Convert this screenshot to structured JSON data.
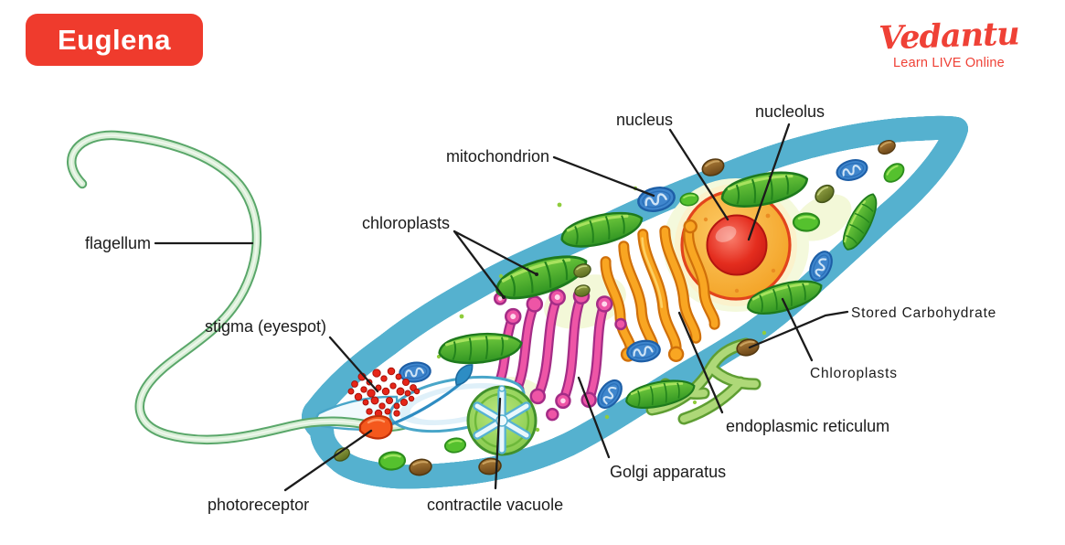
{
  "header": {
    "title": "Euglena",
    "badge_bg": "#ef3b2d",
    "badge_text_color": "#ffffff"
  },
  "logo": {
    "brand": "Vedantu",
    "tagline": "Learn LIVE Online",
    "color": "#ef4136"
  },
  "diagram": {
    "organism": "Euglena",
    "labels": {
      "flagellum": "flagellum",
      "mitochondrion": "mitochondrion",
      "nucleus": "nucleus",
      "nucleolus": "nucleolus",
      "chloroplasts_left": "chloroplasts",
      "stigma_eyespot": "stigma (eyespot)",
      "photoreceptor": "photoreceptor",
      "contractile_vacuole": "contractile vacuole",
      "golgi_apparatus": "Golgi apparatus",
      "endoplasmic_reticulum": "endoplasmic reticulum",
      "stored_carbohydrate": "Stored Carbohydrate",
      "chloroplasts_right": "Chloroplasts"
    },
    "palette": {
      "leader_line": "#1b1b1b",
      "label_text": "#1b1b1b",
      "membrane_teal": "#55b1cf",
      "pellicle_blue": "#cfe9f4",
      "cytoplasm": "#e8f1bf",
      "chloroplast_green": "#3f9e28",
      "mitochondrion_blue": "#3f86cd",
      "nucleus_orange": "#f6a426",
      "nucleolus_red": "#e02319",
      "golgi_pink": "#ee55a6",
      "er_orange": "#f9a622",
      "stigma_red": "#e52619",
      "flagellum_green": "#5aa76a",
      "vacuole_green": "#8ccf4a",
      "granule_brown": "#8a5a26"
    }
  }
}
